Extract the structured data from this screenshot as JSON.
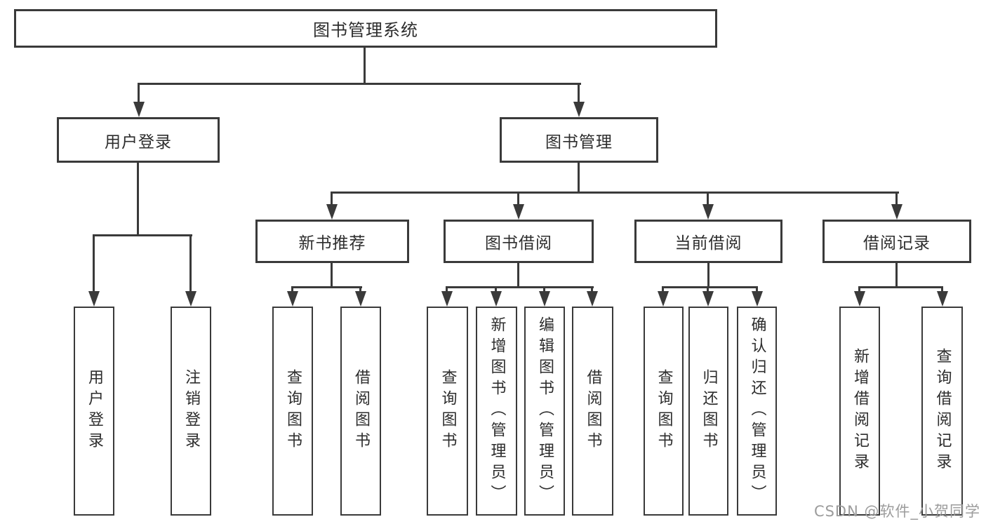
{
  "diagram": {
    "type": "hierarchy-tree",
    "orientation": "top-down"
  },
  "colors": {
    "line": "#3a3a3a",
    "border": "#3a3a3a",
    "text": "#2d2d2d",
    "watermark": "#9c9c9c",
    "background": "#ffffff"
  },
  "tree": {
    "label": "图书管理系统",
    "children": [
      {
        "label": "用户登录",
        "children": [
          {
            "label": "用户登录"
          },
          {
            "label": "注销登录"
          }
        ]
      },
      {
        "label": "图书管理",
        "children": [
          {
            "label": "新书推荐",
            "children": [
              {
                "label": "查询图书"
              },
              {
                "label": "借阅图书"
              }
            ]
          },
          {
            "label": "图书借阅",
            "children": [
              {
                "label": "查询图书"
              },
              {
                "label": "新增图书（管理员）"
              },
              {
                "label": "编辑图书（管理员）"
              },
              {
                "label": "借阅图书"
              }
            ]
          },
          {
            "label": "当前借阅",
            "children": [
              {
                "label": "查询图书"
              },
              {
                "label": "归还图书"
              },
              {
                "label": "确认归还（管理员）"
              }
            ]
          },
          {
            "label": "借阅记录",
            "children": [
              {
                "label": "新增借阅记录"
              },
              {
                "label": "查询借阅记录"
              }
            ]
          }
        ]
      }
    ]
  },
  "watermark": {
    "text": "CSDN @软件_小贺同学"
  }
}
